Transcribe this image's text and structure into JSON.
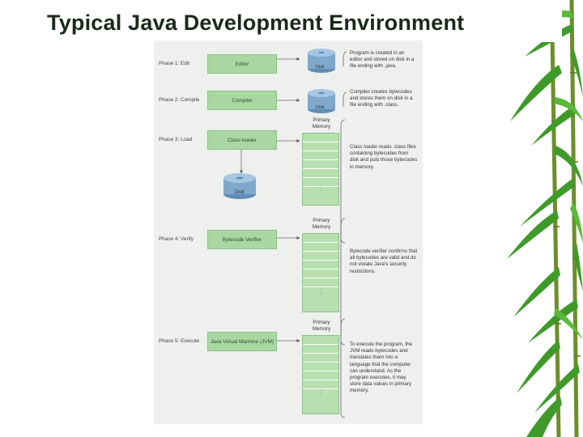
{
  "slide": {
    "title": "Typical Java Development Environment"
  },
  "diagram": {
    "phases": [
      {
        "label": "Phase 1: Edit",
        "box": "Editor",
        "note": "Program is created in an editor and stored on disk in a file ending with .java."
      },
      {
        "label": "Phase 2: Compile",
        "box": "Compiler",
        "note": "Compiler creates bytecodes and stores them on disk in a file ending with .class."
      },
      {
        "label": "Phase 3: Load",
        "box": "Class loader",
        "note": "Class loader reads .class files containing bytecodes from disk and puts those bytecodes in memory."
      },
      {
        "label": "Phase 4: Verify",
        "box": "Bytecode Verifier",
        "note": "Bytecode verifier confirms that all bytecodes are valid and do not violate Java's security restrictions."
      },
      {
        "label": "Phase 5: Execute",
        "box": "Java Virtual Machine (JVM)",
        "note": "To execute the program, the JVM reads bytecodes and translates them into a language that the computer can understand. As the program executes, it may store data values in primary memory."
      }
    ],
    "disk_label": "Disk",
    "memory_label": "Primary Memory",
    "ellipsis": ". . ."
  },
  "colors": {
    "box_fill": "#a9d7a2",
    "memory_fill": "#b7dfb0",
    "disk_fill": "#7fa8cc",
    "bamboo": "#3f9a2a"
  }
}
